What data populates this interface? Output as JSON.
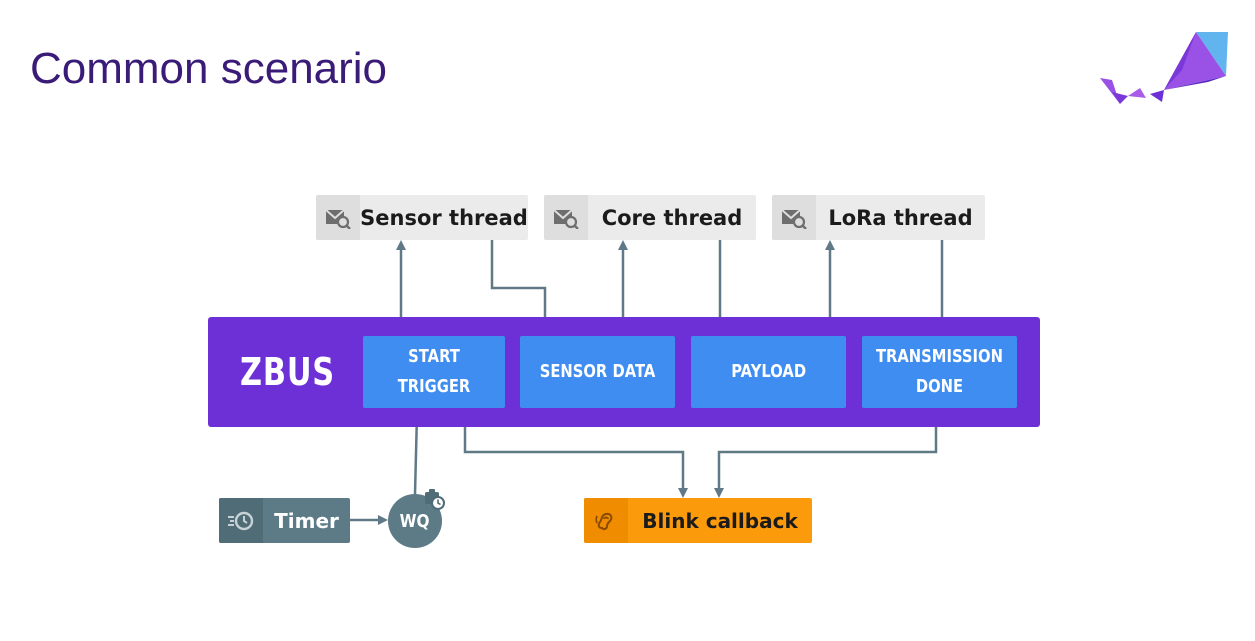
{
  "title": "Common scenario",
  "threads": [
    {
      "label": "Sensor thread",
      "icon": "mailbox-search-icon"
    },
    {
      "label": "Core thread",
      "icon": "mailbox-search-icon"
    },
    {
      "label": "LoRa thread",
      "icon": "mailbox-search-icon"
    }
  ],
  "bus": {
    "label": "ZBUS"
  },
  "channels": [
    {
      "label": "START TRIGGER"
    },
    {
      "label": "SENSOR DATA"
    },
    {
      "label": "PAYLOAD"
    },
    {
      "label": "TRANSMISSION\nDONE"
    }
  ],
  "timer": {
    "label": "Timer",
    "icon": "timer-clock-icon"
  },
  "workqueue": {
    "label": "WQ",
    "icon": "clock-badge-icon"
  },
  "listener": {
    "label": "Blink callback",
    "icon": "listener-ear-icon"
  },
  "colors": {
    "title": "#3a1c78",
    "bus": "#6d30d6",
    "channel": "#3f8df0",
    "thread": "#ebebeb",
    "timer": "#5c7b86",
    "listener": "#fb9a0a",
    "wire": "#5f7a86"
  }
}
